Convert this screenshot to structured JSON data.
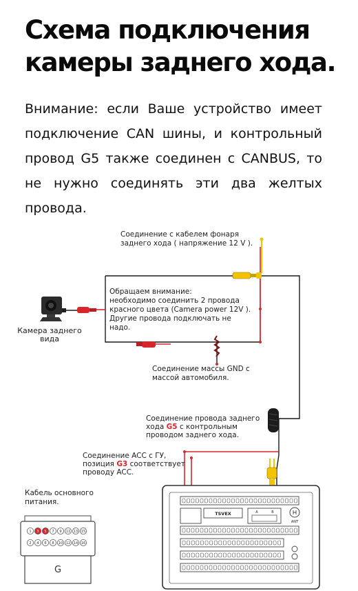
{
  "title": {
    "line1": "Схема подключения",
    "line2": "камеры заднего хода."
  },
  "notice": "Внимание: если Ваше устройство имеет подключение CAN шины, и контрольный провод G5 также соединен с CANBUS, то не нужно соединять эти два желтых провода.",
  "labels": {
    "tail_light": [
      "Соединение с кабелем фонаря",
      "заднего хода ( напряжение 12 V )."
    ],
    "attention": [
      "Обращаем внимание:",
      "необходимо соединить 2 провода",
      "красного цвета (Camera power 12V ).",
      "Другие провода подключать не",
      "надо."
    ],
    "camera": [
      "Камера заднего",
      "вида"
    ],
    "gnd": [
      "Соединение массы GND с",
      "массой автомобиля."
    ],
    "reverse": {
      "line1": "Соединение провода заднего",
      "line2_pre": "хода ",
      "line2_code": "G5",
      "line2_post": " с контрольным",
      "line3": "проводом заднего хода."
    },
    "acc": {
      "line1": "Соединение ACC с ГУ,",
      "line2_pre": "позиция ",
      "line2_code": "G3",
      "line2_post": " соответствует",
      "line3": "проводу ACC."
    },
    "main_cable": [
      "Кабель основного",
      "питания."
    ],
    "connector_letter": "G",
    "pins_top": [
      "1",
      "3",
      "5",
      "7",
      "9",
      "11",
      "13",
      "15"
    ],
    "pins_bottom": [
      "2",
      "4",
      "6",
      "8",
      "10",
      "12",
      "14",
      "16"
    ],
    "unit_ant": "ANT",
    "unit_brand": "TSVEX",
    "unit_a": "A",
    "unit_b": "B"
  },
  "colors": {
    "wire_red": "#d8262b",
    "wire_yellow": "#f3c300",
    "wire_black": "#1a1a1a",
    "highlight_code": "#d8262b"
  }
}
